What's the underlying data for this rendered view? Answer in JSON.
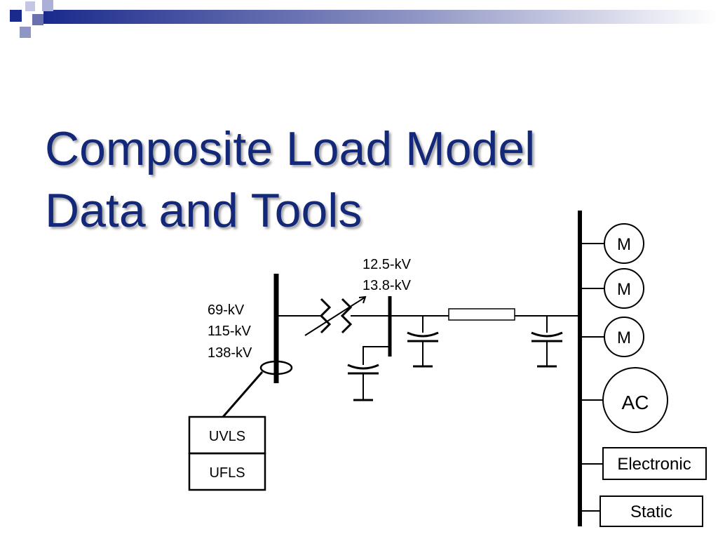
{
  "slide": {
    "title_line1": "Composite Load Model",
    "title_line2": "Data and Tools"
  },
  "diagram": {
    "hv_voltages": [
      "69-kV",
      "115-kV",
      "138-kV"
    ],
    "lv_voltages": [
      "12.5-kV",
      "13.8-kV"
    ],
    "relays": [
      "UVLS",
      "UFLS"
    ],
    "loads": {
      "motors": [
        "M",
        "M",
        "M"
      ],
      "ac": "AC",
      "electronic": "Electronic",
      "static": "Static"
    }
  },
  "colors": {
    "title": "#14287a",
    "accent": "#1a2a8c",
    "line": "#000000"
  }
}
